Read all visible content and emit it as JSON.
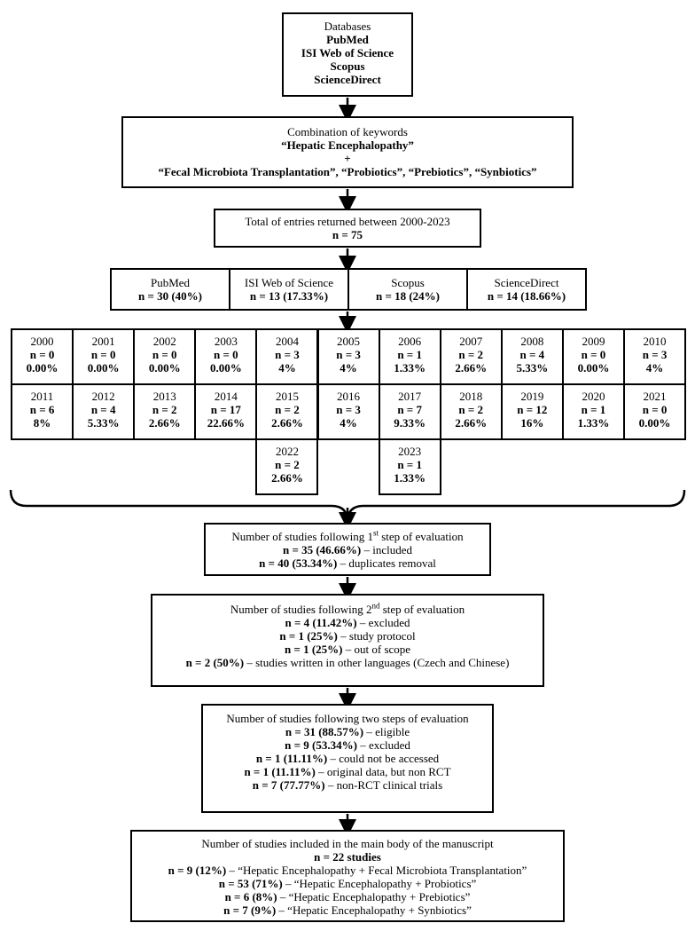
{
  "databases": {
    "title": "Databases",
    "items": [
      "PubMed",
      "ISI Web of Science",
      "Scopus",
      "ScienceDirect"
    ]
  },
  "keywords": {
    "title": "Combination of keywords",
    "primary": "“Hepatic Encephalopathy”",
    "plus": "+",
    "secondary": "“Fecal Microbiota Transplantation”, “Probiotics”, “Prebiotics”, “Synbiotics”"
  },
  "total": {
    "title": "Total of entries returned between 2000-2023",
    "count": "n = 75"
  },
  "per_database": [
    {
      "name": "PubMed",
      "count": "n = 30 (40%)"
    },
    {
      "name": "ISI Web of Science",
      "count": "n = 13 (17.33%)"
    },
    {
      "name": "Scopus",
      "count": "n = 18 (24%)"
    },
    {
      "name": "ScienceDirect",
      "count": "n = 14 (18.66%)"
    }
  ],
  "years_row1": [
    {
      "year": "2000",
      "n": "n = 0",
      "pct": "0.00%"
    },
    {
      "year": "2001",
      "n": "n = 0",
      "pct": "0.00%"
    },
    {
      "year": "2002",
      "n": "n = 0",
      "pct": "0.00%"
    },
    {
      "year": "2003",
      "n": "n = 0",
      "pct": "0.00%"
    },
    {
      "year": "2004",
      "n": "n = 3",
      "pct": "4%"
    },
    {
      "year": "2005",
      "n": "n = 3",
      "pct": "4%"
    },
    {
      "year": "2006",
      "n": "n = 1",
      "pct": "1.33%"
    },
    {
      "year": "2007",
      "n": "n = 2",
      "pct": "2.66%"
    },
    {
      "year": "2008",
      "n": "n = 4",
      "pct": "5.33%"
    },
    {
      "year": "2009",
      "n": "n = 0",
      "pct": "0.00%"
    },
    {
      "year": "2010",
      "n": "n = 3",
      "pct": "4%"
    }
  ],
  "years_row2": [
    {
      "year": "2011",
      "n": "n = 6",
      "pct": "8%"
    },
    {
      "year": "2012",
      "n": "n = 4",
      "pct": "5.33%"
    },
    {
      "year": "2013",
      "n": "n = 2",
      "pct": "2.66%"
    },
    {
      "year": "2014",
      "n": "n = 17",
      "pct": "22.66%"
    },
    {
      "year": "2015",
      "n": "n = 2",
      "pct": "2.66%"
    },
    {
      "year": "2016",
      "n": "n = 3",
      "pct": "4%"
    },
    {
      "year": "2017",
      "n": "n = 7",
      "pct": "9.33%"
    },
    {
      "year": "2018",
      "n": "n = 2",
      "pct": "2.66%"
    },
    {
      "year": "2019",
      "n": "n = 12",
      "pct": "16%"
    },
    {
      "year": "2020",
      "n": "n = 1",
      "pct": "1.33%"
    },
    {
      "year": "2021",
      "n": "n = 0",
      "pct": "0.00%"
    }
  ],
  "years_row3": [
    {
      "year": "2022",
      "n": "n = 2",
      "pct": "2.66%"
    },
    {
      "year": "2023",
      "n": "n = 1",
      "pct": "1.33%"
    }
  ],
  "step1": {
    "title_pre": "Number of studies following 1",
    "title_sup": "st",
    "title_post": " step of evaluation",
    "lines": [
      {
        "bold": "n = 35 (46.66%)",
        "text": " – included"
      },
      {
        "bold": "n = 40 (53.34%)",
        "text": " – duplicates removal"
      }
    ]
  },
  "step2": {
    "title_pre": "Number of studies following 2",
    "title_sup": "nd",
    "title_post": " step of evaluation",
    "lines": [
      {
        "bold": "n = 4 (11.42%)",
        "text": " – excluded"
      },
      {
        "bold": "n = 1 (25%)",
        "text": " – study protocol"
      },
      {
        "bold": "n = 1 (25%)",
        "text": " – out of scope"
      },
      {
        "bold": "n = 2 (50%)",
        "text": " – studies written in other languages (Czech and Chinese)"
      }
    ]
  },
  "step3": {
    "title": "Number of studies following two steps of evaluation",
    "lines": [
      {
        "bold": "n = 31 (88.57%)",
        "text": " – eligible"
      },
      {
        "bold": "n = 9 (53.34%)",
        "text": " – excluded"
      },
      {
        "bold": "n = 1 (11.11%)",
        "text": " – could not be accessed"
      },
      {
        "bold": "n = 1 (11.11%)",
        "text": " – original data, but non RCT"
      },
      {
        "bold": "n = 7 (77.77%)",
        "text": " – non-RCT clinical trials"
      }
    ]
  },
  "final": {
    "title": "Number of studies included in the main body of the manuscript",
    "count": "n = 22 studies",
    "lines": [
      {
        "bold": "n = 9 (12%)",
        "text": " – “Hepatic Encephalopathy + Fecal Microbiota Transplantation”"
      },
      {
        "bold": "n = 53 (71%)",
        "text": " – “Hepatic Encephalopathy + Probiotics”"
      },
      {
        "bold": "n = 6 (8%)",
        "text": " – “Hepatic Encephalopathy + Prebiotics”"
      },
      {
        "bold": "n = 7 (9%)",
        "text": " – “Hepatic Encephalopathy + Synbiotics”"
      }
    ]
  }
}
